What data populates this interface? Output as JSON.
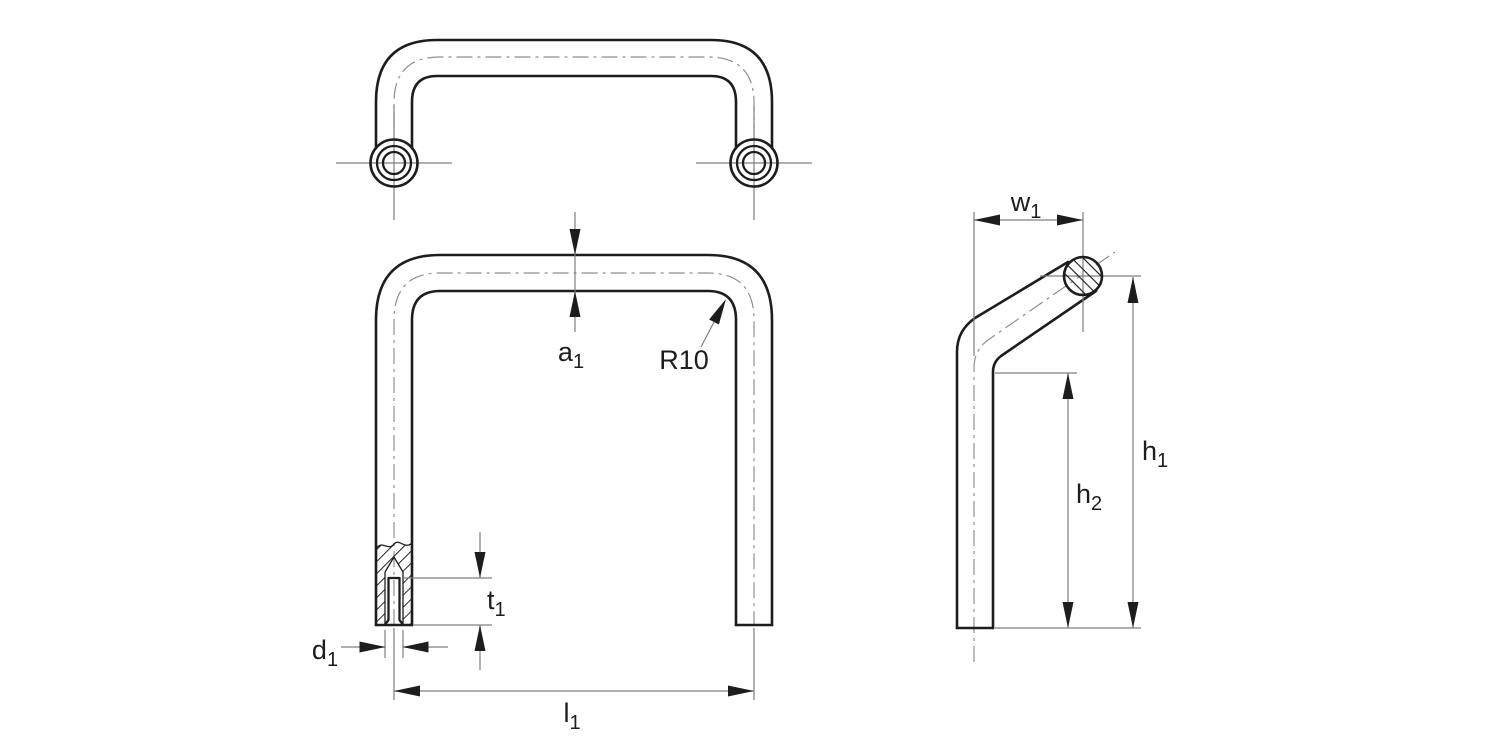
{
  "drawing": {
    "type": "technical-drawing",
    "subject": "bent tube pull handle with tapped ends, three orthographic views",
    "colors": {
      "outline": "#1d1d1b",
      "thin_lines": "#7f7f7f",
      "background": "#ffffff"
    },
    "labels": {
      "a1": {
        "base": "a",
        "sub": "1"
      },
      "r10": {
        "text": "R10"
      },
      "t1": {
        "base": "t",
        "sub": "1"
      },
      "d1": {
        "base": "d",
        "sub": "1"
      },
      "l1": {
        "base": "l",
        "sub": "1"
      },
      "w1": {
        "base": "w",
        "sub": "1"
      },
      "h1": {
        "base": "h",
        "sub": "1"
      },
      "h2": {
        "base": "h",
        "sub": "2"
      }
    }
  }
}
